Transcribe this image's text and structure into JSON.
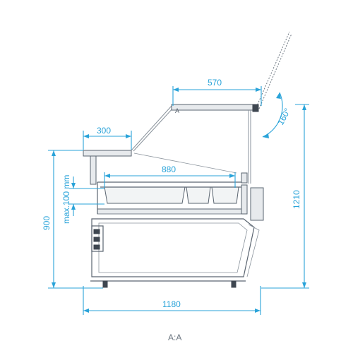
{
  "dimensions": {
    "width_top": "570",
    "shelf_depth": "300",
    "inner_depth": "880",
    "total_depth": "1180",
    "height_total": "1210",
    "height_counter": "900",
    "max_depth": "max.100 mm",
    "angle": "160°"
  },
  "labels": {
    "section_marker": "A",
    "section_caption": "A:A"
  },
  "colors": {
    "dimension": "#29a3d9",
    "outline": "#5a6470"
  }
}
